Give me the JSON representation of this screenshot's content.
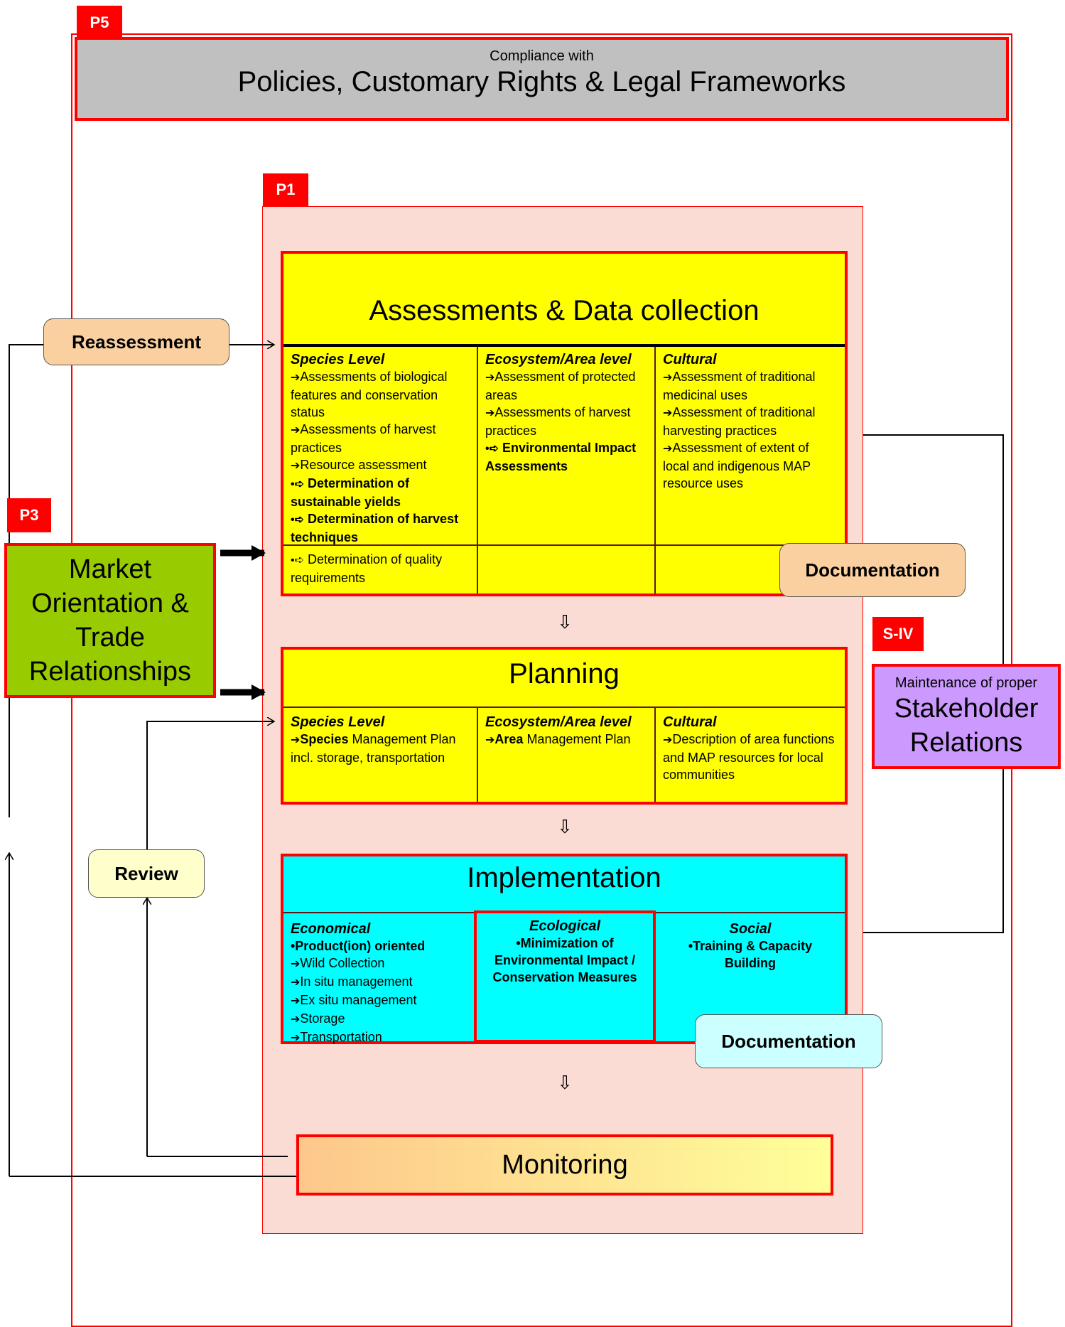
{
  "tags": {
    "p5": "P5",
    "p1": "P1",
    "p3": "P3",
    "siv": "S-IV"
  },
  "header": {
    "small": "Compliance with",
    "big": "Policies, Customary Rights & Legal Frameworks"
  },
  "assessment": {
    "title": "Assessments & Data collection",
    "species": {
      "heading": "Species Level",
      "items": [
        "Assessments of biological features and conservation status",
        "Assessments of harvest practices",
        "Resource assessment"
      ],
      "bold_items": [
        "Determination of sustainable yields",
        "Determination of harvest techniques"
      ],
      "quality": "Determination of quality requirements"
    },
    "ecosystem": {
      "heading": "Ecosystem/Area level",
      "items": [
        "Assessment of protected areas",
        "Assessments of harvest practices"
      ],
      "bold_items": [
        "Environmental Impact Assessments"
      ]
    },
    "cultural": {
      "heading": "Cultural",
      "items": [
        "Assessment of traditional medicinal uses",
        "Assessment of traditional harvesting practices",
        "Assessment of extent of local and indigenous MAP resource uses"
      ]
    }
  },
  "planning": {
    "title": "Planning",
    "species": {
      "heading": "Species Level",
      "bold": "Species",
      "rest": " Management Plan",
      "line2": "incl. storage, transportation"
    },
    "ecosystem": {
      "heading": "Ecosystem/Area level",
      "bold": "Area",
      "rest": " Management Plan"
    },
    "cultural": {
      "heading": "Cultural",
      "text": "Description of area functions and MAP resources for local communities"
    }
  },
  "implementation": {
    "title": "Implementation",
    "economical": {
      "heading": "Economical",
      "bold": "•Product(ion) oriented",
      "items": [
        "Wild Collection",
        "In situ management",
        "Ex situ management",
        "Storage",
        "Transportation"
      ]
    },
    "ecological": {
      "heading": "Ecological",
      "bold": "•Minimization of Environmental Impact / Conservation Measures"
    },
    "social": {
      "heading": "Social",
      "bold": "•Training & Capacity Building"
    }
  },
  "monitoring": {
    "label": "Monitoring"
  },
  "reassessment": {
    "label": "Reassessment"
  },
  "review": {
    "label": "Review"
  },
  "documentation1": {
    "label": "Documentation"
  },
  "documentation2": {
    "label": "Documentation"
  },
  "market": {
    "label": "Market Orientation & Trade Relationships"
  },
  "stakeholder": {
    "small": "Maintenance of proper",
    "big": "Stakeholder Relations"
  },
  "flow_arrow": "⇩",
  "bullet_icon": "➔",
  "bold_bullet_icon": "•➪",
  "colors": {
    "red": "#ff0000",
    "yellow": "#ffff00",
    "cyan": "#00ffff",
    "grey": "#c0c0c0",
    "pink": "#fbdcd4",
    "green": "#99cc00",
    "purple": "#cc99ff",
    "peach": "#fbd0a0",
    "pale_yellow": "#ffffcc",
    "pale_cyan": "#ccffff"
  }
}
